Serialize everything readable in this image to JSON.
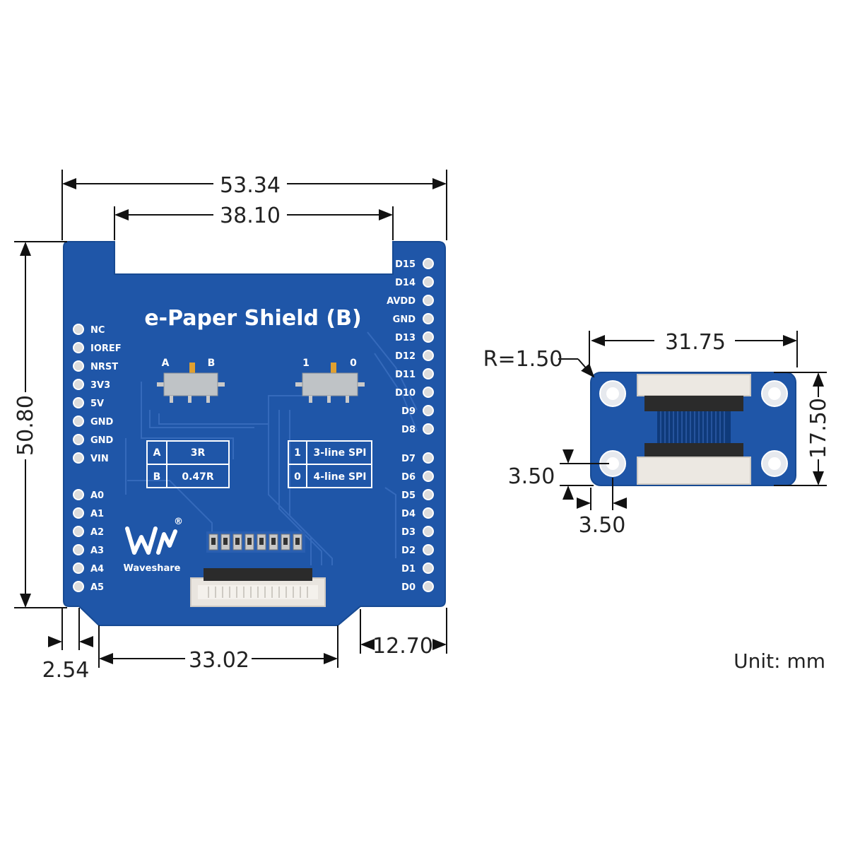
{
  "board": {
    "title": "e-Paper Shield (B)",
    "brand": "Waveshare",
    "registered_mark": "®",
    "color": "#1f56a8",
    "left_pins": [
      "NC",
      "IOREF",
      "NRST",
      "3V3",
      "5V",
      "GND",
      "GND",
      "VIN"
    ],
    "analog_pins": [
      "A0",
      "A1",
      "A2",
      "A3",
      "A4",
      "A5"
    ],
    "right_pins_top": [
      "D15",
      "D14",
      "AVDD",
      "GND",
      "D13",
      "D12",
      "D11",
      "D10",
      "D9",
      "D8"
    ],
    "right_pins_bottom": [
      "D7",
      "D6",
      "D5",
      "D4",
      "D3",
      "D2",
      "D1",
      "D0"
    ],
    "switch_left": {
      "label_a": "A",
      "label_b": "B"
    },
    "switch_right": {
      "label_a": "1",
      "label_b": "0"
    },
    "table_left": [
      {
        "key": "A",
        "value": "3R"
      },
      {
        "key": "B",
        "value": "0.47R"
      }
    ],
    "table_right": [
      {
        "key": "1",
        "value": "3-line SPI"
      },
      {
        "key": "0",
        "value": "4-line SPI"
      }
    ]
  },
  "dimensions": {
    "width_total": "53.34",
    "width_inner": "38.10",
    "height_total": "50.80",
    "offset_left": "2.54",
    "bottom_span": "33.02",
    "right_offset": "12.70",
    "adapter_width": "31.75",
    "adapter_height": "17.50",
    "radius": "R=1.50",
    "hole_offset_v": "3.50",
    "hole_offset_h": "3.50"
  },
  "unit_label": "Unit: mm"
}
